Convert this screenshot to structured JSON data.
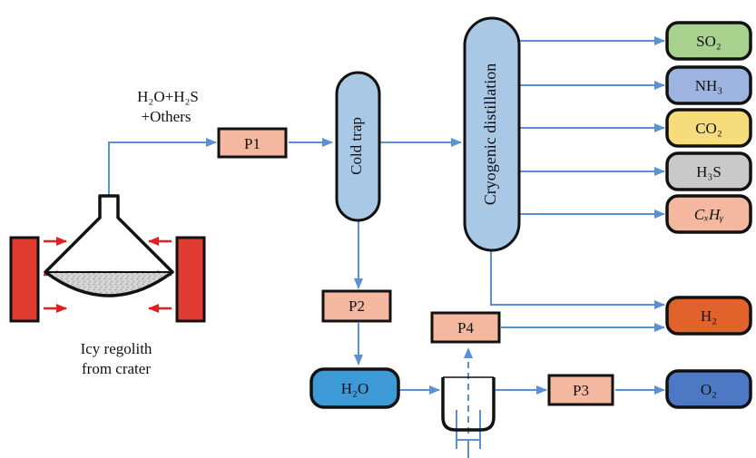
{
  "feed": {
    "line1": "H₂O+H₂S",
    "line2": "+Others"
  },
  "vessel_label": {
    "line1": "Icy regolith",
    "line2": "from crater"
  },
  "units": {
    "cold_trap": "Cold trap",
    "distillation": "Cryogenic distillation"
  },
  "pumps": {
    "p1": "P1",
    "p2": "P2",
    "p3": "P3",
    "p4": "P4"
  },
  "water": "H₂O",
  "outputs": [
    {
      "label": "SO₂",
      "color": "#a9d18e"
    },
    {
      "label": "NH₃",
      "color": "#9db3e0"
    },
    {
      "label": "CO₂",
      "color": "#f6dc7b"
    },
    {
      "label": "H₃S",
      "color": "#c9c9c9"
    },
    {
      "label": "CₓHᵧ",
      "color": "#f4b8a1"
    },
    {
      "label": "H₂",
      "color": "#e2622b"
    },
    {
      "label": "O₂",
      "color": "#4d79c4"
    }
  ],
  "colors": {
    "arrow": "#5b8fd6",
    "pump": "#f4b8a1",
    "column": "#a9c8e6",
    "heater": "#e03c31",
    "water_box": "#3d9ad6",
    "heat_arrow": "#e02020"
  }
}
